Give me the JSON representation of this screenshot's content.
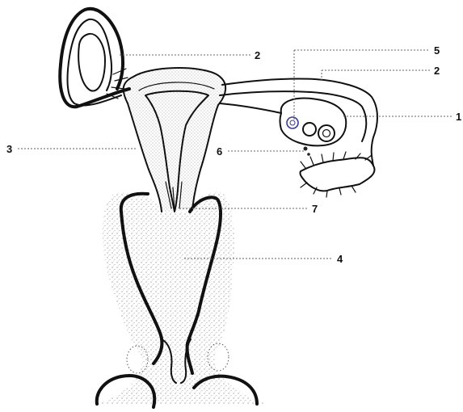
{
  "diagram": {
    "labels": [
      {
        "id": "label-1",
        "text": "1"
      },
      {
        "id": "label-2a",
        "text": "2"
      },
      {
        "id": "label-2b",
        "text": "2"
      },
      {
        "id": "label-3",
        "text": "3"
      },
      {
        "id": "label-4",
        "text": "4"
      },
      {
        "id": "label-5",
        "text": "5"
      },
      {
        "id": "label-6",
        "text": "6"
      },
      {
        "id": "label-7",
        "text": "7"
      }
    ]
  }
}
